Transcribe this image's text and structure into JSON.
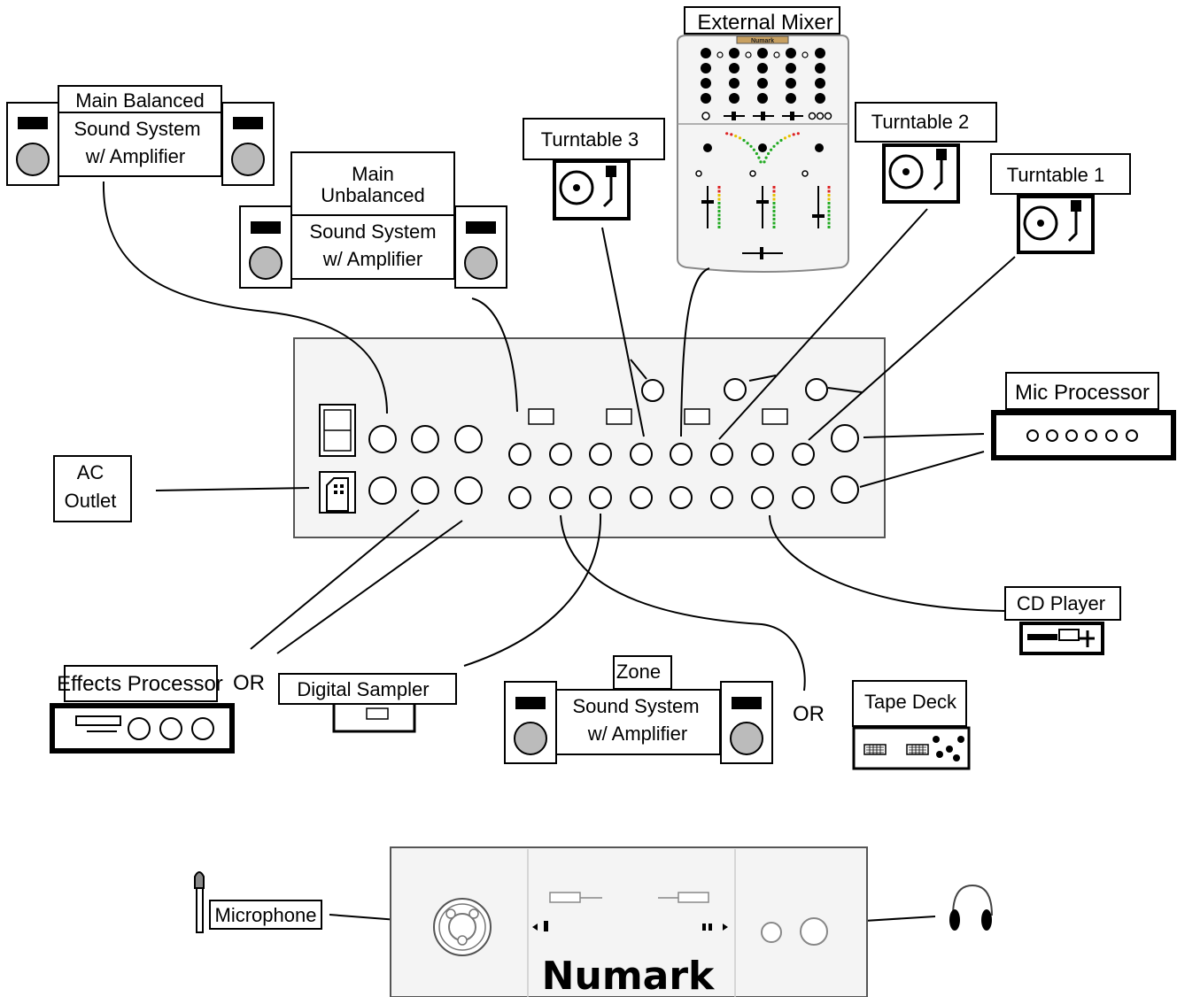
{
  "labels": {
    "main_balanced_1": "Main Balanced",
    "main_balanced_2": "Sound System",
    "main_balanced_3": "w/ Amplifier",
    "main_unbalanced_1": "Main",
    "main_unbalanced_2": "Unbalanced",
    "main_unbalanced_3": "Sound System",
    "main_unbalanced_4": "w/ Amplifier",
    "turntable_3": "Turntable 3",
    "turntable_2": "Turntable 2",
    "turntable_1": "Turntable 1",
    "external_mixer": "External Mixer",
    "mixer_brand": "Numark",
    "mic_processor": "Mic Processor",
    "ac_outlet_1": "AC",
    "ac_outlet_2": "Outlet",
    "cd_player": "CD Player",
    "effects_processor": "Effects Processor",
    "or_1": "OR",
    "digital_sampler": "Digital Sampler",
    "zone_1": "Zone",
    "zone_2": "Sound System",
    "zone_3": "w/ Amplifier",
    "or_2": "OR",
    "tape_deck": "Tape Deck",
    "microphone": "Microphone",
    "brand": "Numark"
  },
  "colors": {
    "line": "#000000",
    "speaker_cone": "#bbbbbb",
    "panel_fill": "#f4f4f4",
    "meter_red": "#dd2222",
    "meter_yellow": "#e6c200",
    "meter_green": "#22aa22"
  },
  "icons": {
    "speaker": "speaker-icon",
    "turntable": "turntable-icon",
    "headphones": "headphones-icon",
    "microphone": "microphone-icon"
  }
}
